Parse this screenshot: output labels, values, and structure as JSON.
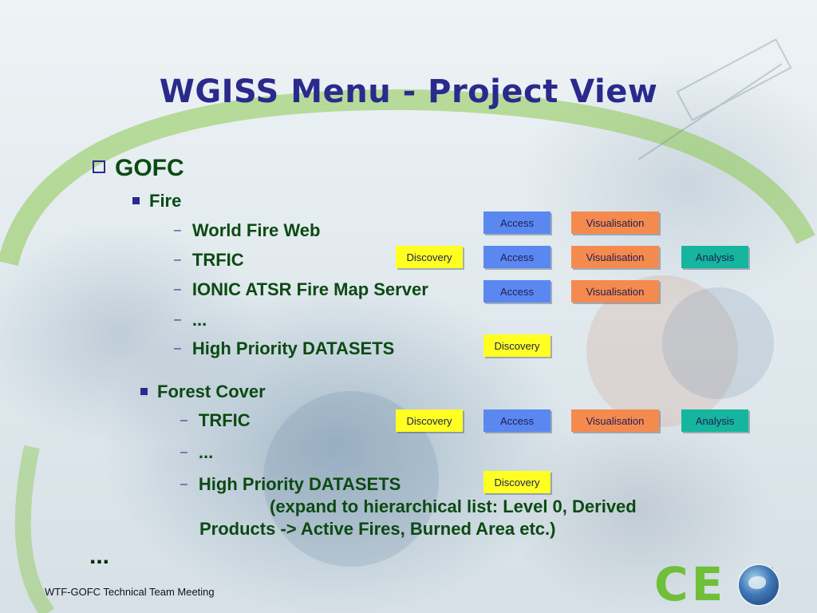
{
  "slide": {
    "title": "WGISS Menu - Project View",
    "section": "GOFC",
    "topics": [
      {
        "label": "Fire",
        "items": [
          {
            "text": "World Fire Web",
            "tags": [
              "Access",
              "Visualisation"
            ]
          },
          {
            "text": "TRFIC",
            "tags": [
              "Discovery",
              "Access",
              "Visualisation",
              "Analysis"
            ]
          },
          {
            "text": "IONIC ATSR Fire Map Server",
            "tags": [
              "Access",
              "Visualisation"
            ]
          },
          {
            "text": "...",
            "tags": []
          },
          {
            "text": "High Priority DATASETS",
            "tags": [
              "Discovery"
            ]
          }
        ]
      },
      {
        "label": "Forest Cover",
        "items": [
          {
            "text": "TRFIC",
            "tags": [
              "Discovery",
              "Access",
              "Visualisation",
              "Analysis"
            ]
          },
          {
            "text": "...",
            "tags": []
          },
          {
            "text": "High Priority DATASETS",
            "tags": [
              "Discovery"
            ]
          }
        ],
        "note_line1": "(expand to hierarchical list: Level 0, Derived",
        "note_line2": "Products -> Active Fires, Burned Area etc.)"
      }
    ],
    "more": "...",
    "footer": "WTF-GOFC Technical Team Meeting",
    "logo_text": "CE  S"
  },
  "tag_colors": {
    "Discovery": "#ffff22",
    "Access": "#5b87f0",
    "Visualisation": "#f58a4e",
    "Analysis": "#15b59e"
  }
}
